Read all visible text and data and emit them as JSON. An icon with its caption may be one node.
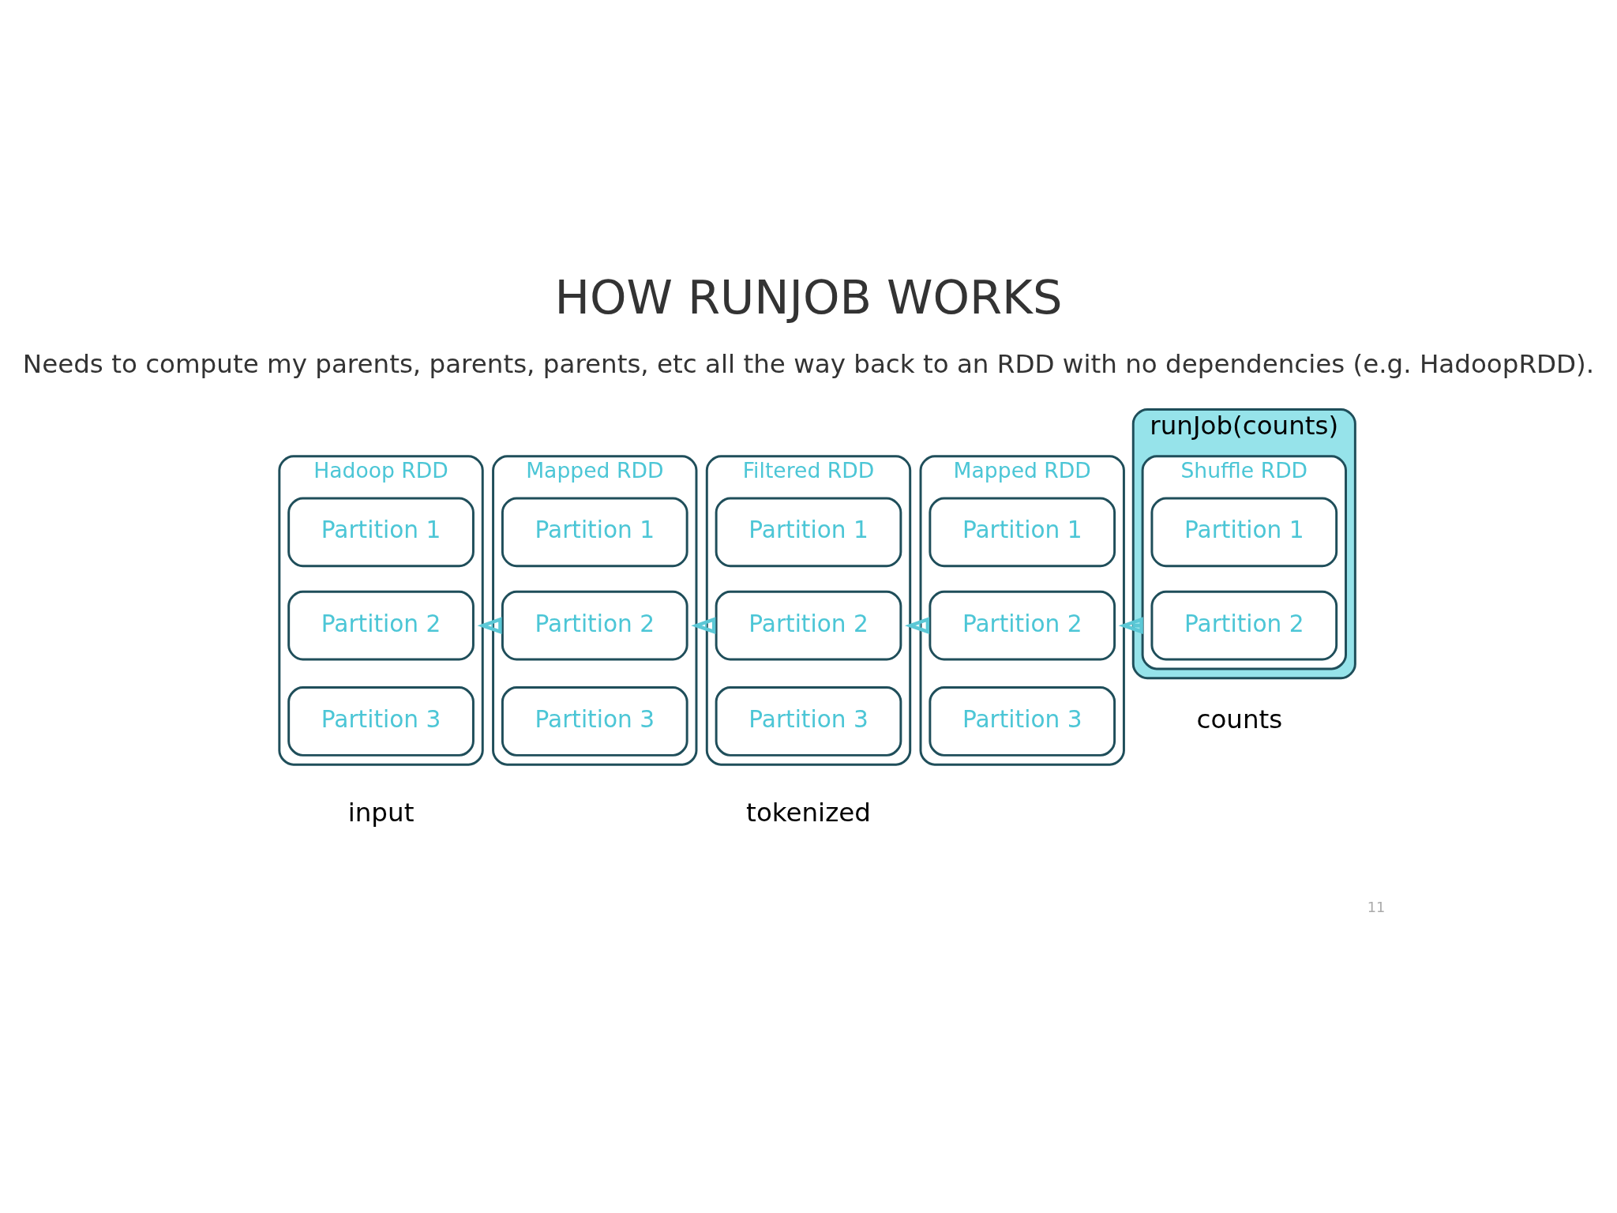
{
  "diagram": {
    "title": "HOW RUNJOB WORKS",
    "nodes": [
      {
        "text": [
          "Hadoop RDD"
        ],
        "beside": [
          "input"
        ]
      },
      {
        "text": [
          "Partition 1"
        ],
        "in": 0
      },
      {
        "text": [
          "Partition 2"
        ],
        "in": 0
      },
      {
        "text": [
          "Partition 3"
        ],
        "in": 0
      },
      {
        "text": [
          "Mapped RDD"
        ]
      },
      {
        "text": [
          "Partition 1"
        ],
        "in": 4
      },
      {
        "text": [
          "Partition 2"
        ],
        "in": 4
      },
      {
        "text": [
          "Partition 3"
        ],
        "in": 4
      },
      {
        "text": [
          "Filtered RDD"
        ],
        "beside": [
          "tokenized"
        ]
      },
      {
        "text": [
          "Partition 1"
        ],
        "in": 8
      },
      {
        "text": [
          "Partition 2"
        ],
        "in": 8
      },
      {
        "text": [
          "Partition 3"
        ],
        "in": 8
      },
      {
        "text": [
          "Mapped RDD"
        ]
      },
      {
        "text": [
          "Partition 1"
        ],
        "in": 12
      },
      {
        "text": [
          "Partition 2"
        ],
        "in": 12
      },
      {
        "text": [
          "Partition 3"
        ],
        "in": 12
      },
      {
        "text": [
          "runJob(counts)"
        ],
        "beside": [
          "counts"
        ]
      },
      {
        "text": [
          "Shuffle RDD"
        ],
        "in": 16
      },
      {
        "text": [
          "Partition 1"
        ],
        "in": 17
      },
      {
        "text": [
          "Partition 2"
        ],
        "in": 17
      }
    ],
    "edges": [
      {
        "from": 4,
        "to": 0,
        "arrow": "to"
      },
      {
        "from": 8,
        "to": 4,
        "arrow": "to"
      },
      {
        "from": 12,
        "to": 8,
        "arrow": "to"
      },
      {
        "from": 17,
        "to": 12,
        "arrow": "to"
      }
    ],
    "labels": [
      "Needs to compute my parents, parents, parents, etc all the way back to an RDD with no dependencies (e.g. HadoopRDD).",
      "11"
    ]
  }
}
